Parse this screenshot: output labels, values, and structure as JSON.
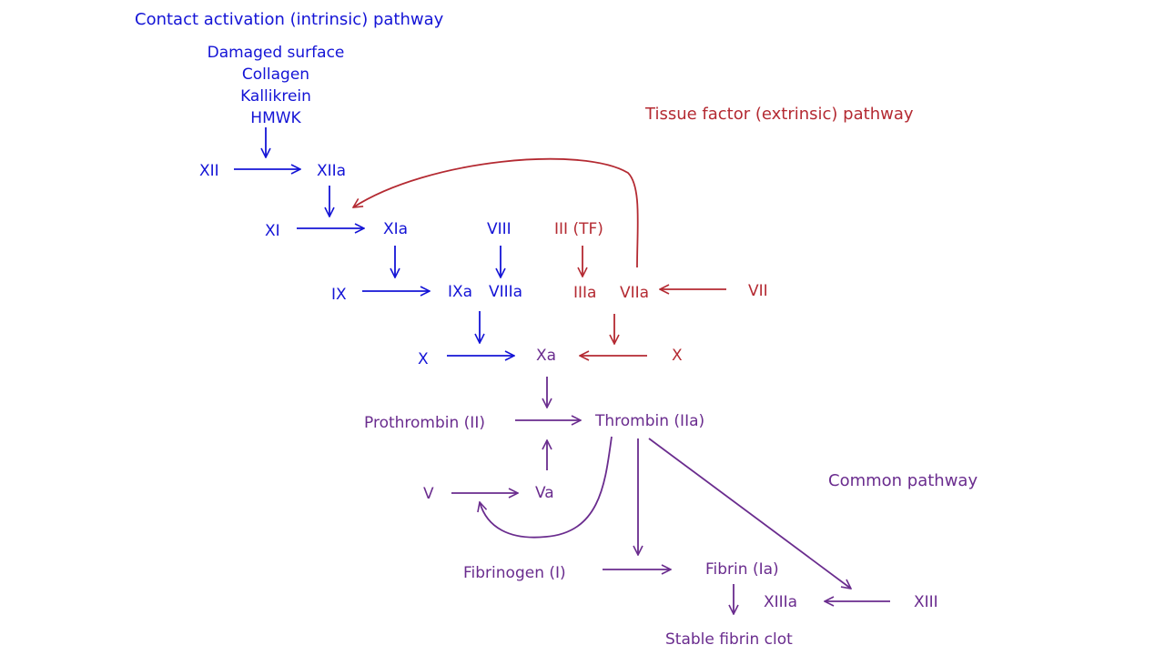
{
  "colors": {
    "intrinsic": "#1414d6",
    "extrinsic": "#b42a32",
    "common": "#6a2c8e"
  },
  "titles": {
    "intrinsic": "Contact activation (intrinsic) pathway",
    "extrinsic": "Tissue factor (extrinsic) pathway",
    "common": "Common pathway"
  },
  "intrinsic": {
    "triggers": [
      "Damaged surface",
      "Collagen",
      "Kallikrein",
      "HMWK"
    ],
    "xii": "XII",
    "xiia": "XIIa",
    "xi": "XI",
    "xia": "XIa",
    "ix": "IX",
    "ixa": "IXa",
    "viii": "VIII",
    "viiia": "VIIIa",
    "x": "X"
  },
  "extrinsic": {
    "iii_tf": "III (TF)",
    "iiia": "IIIa",
    "viia": "VIIa",
    "vii": "VII",
    "x": "X"
  },
  "common": {
    "xa": "Xa",
    "prothrombin": "Prothrombin (II)",
    "thrombin": "Thrombin (IIa)",
    "v": "V",
    "va": "Va",
    "fibrinogen": "Fibrinogen (I)",
    "fibrin": "Fibrin (Ia)",
    "xiiia": "XIIIa",
    "xiii": "XIII",
    "clot": "Stable fibrin clot"
  }
}
